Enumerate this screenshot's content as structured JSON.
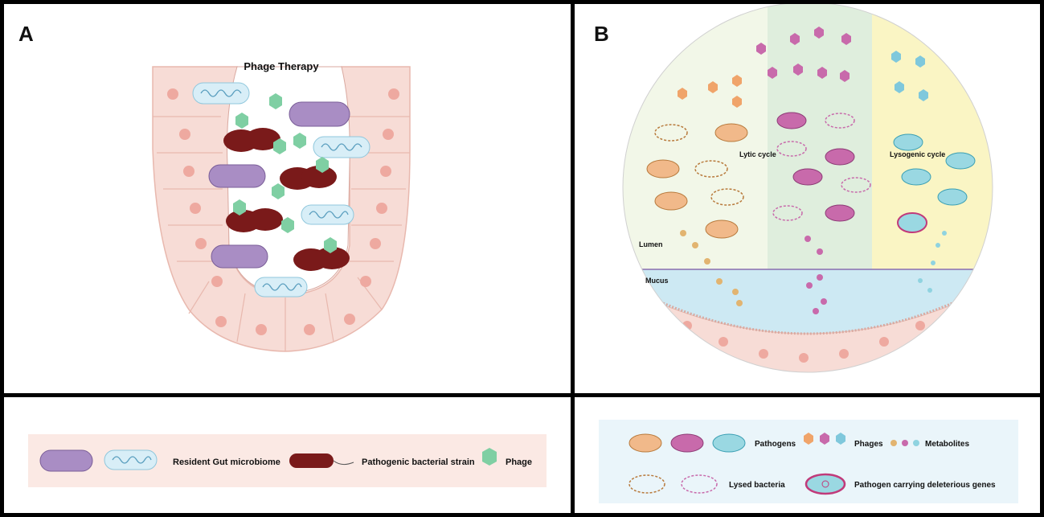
{
  "panel_a": {
    "letter": "A",
    "title": "Phage Therapy",
    "legend": {
      "resident": "Resident Gut microbiome",
      "pathogenic": "Pathogenic bacterial strain",
      "phage": "Phage"
    }
  },
  "panel_b": {
    "letter": "B",
    "lytic": "Lytic cycle",
    "lysogenic": "Lysogenic cycle",
    "lumen": "Lumen",
    "mucus": "Mucus",
    "legend": {
      "pathogens": "Pathogens",
      "phages": "Phages",
      "metabolites": "Metabolites",
      "lysed": "Lysed bacteria",
      "carrying": "Pathogen carrying deleterious genes"
    }
  },
  "colors": {
    "resident_bacterium": "#a98dc4",
    "resident_light": "#bfe2ef",
    "pathogen_red": "#7a1a1a",
    "phage_green": "#7fcfa3",
    "cell_pink": "#f7dcd6",
    "pathogen_orange": "#f1b98a",
    "pathogen_magenta": "#c86aab",
    "pathogen_cyan": "#9ad8e2",
    "mucus_blue": "#cde9f3",
    "lytic_green": "#dfeedd",
    "lysogenic_yellow": "#faf5c4"
  }
}
